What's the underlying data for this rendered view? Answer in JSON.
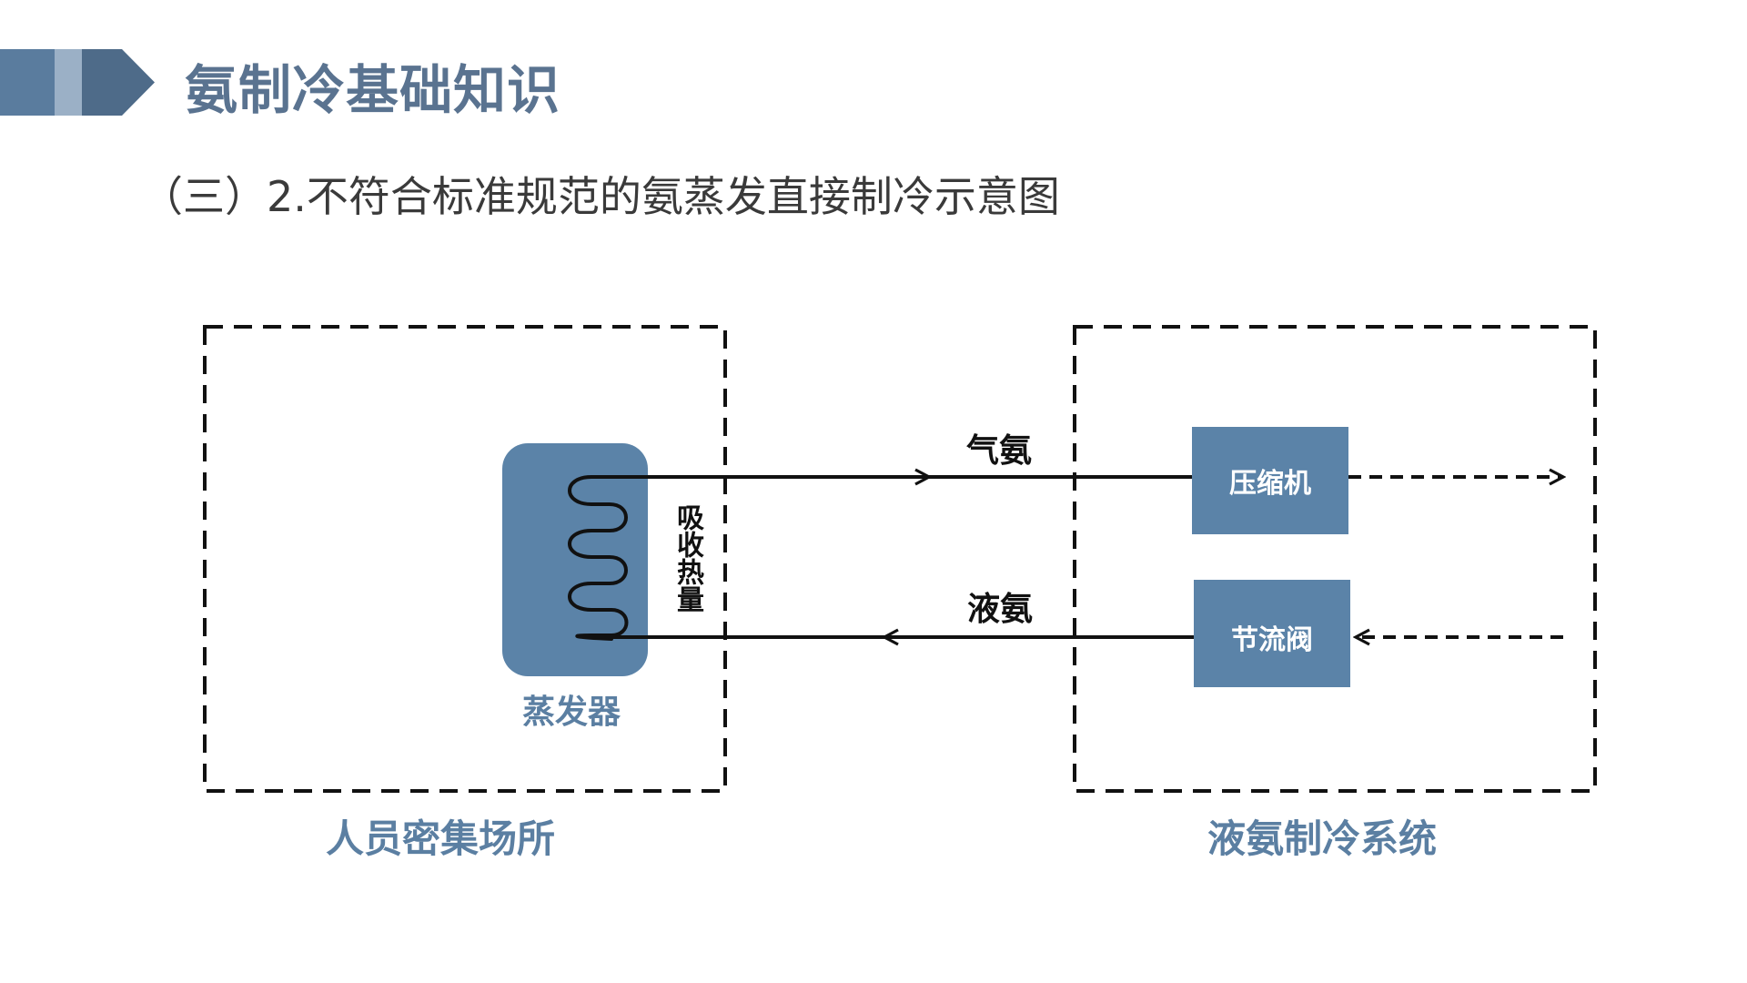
{
  "header": {
    "title": "氨制冷基础知识",
    "subtitle": "（三）2.不符合标准规范的氨蒸发直接制冷示意图"
  },
  "diagram": {
    "left_region_label": "人员密集场所",
    "right_region_label": "液氨制冷系统",
    "evaporator_label": "蒸发器",
    "heat_label": "吸收热量",
    "gas_label": "气氨",
    "liquid_label": "液氨",
    "compressor_label": "压缩机",
    "valve_label": "节流阀"
  },
  "colors": {
    "accent": "#5b7fa2",
    "box_fill": "#5b83a8",
    "title": "#5a7390",
    "line": "#111111"
  }
}
